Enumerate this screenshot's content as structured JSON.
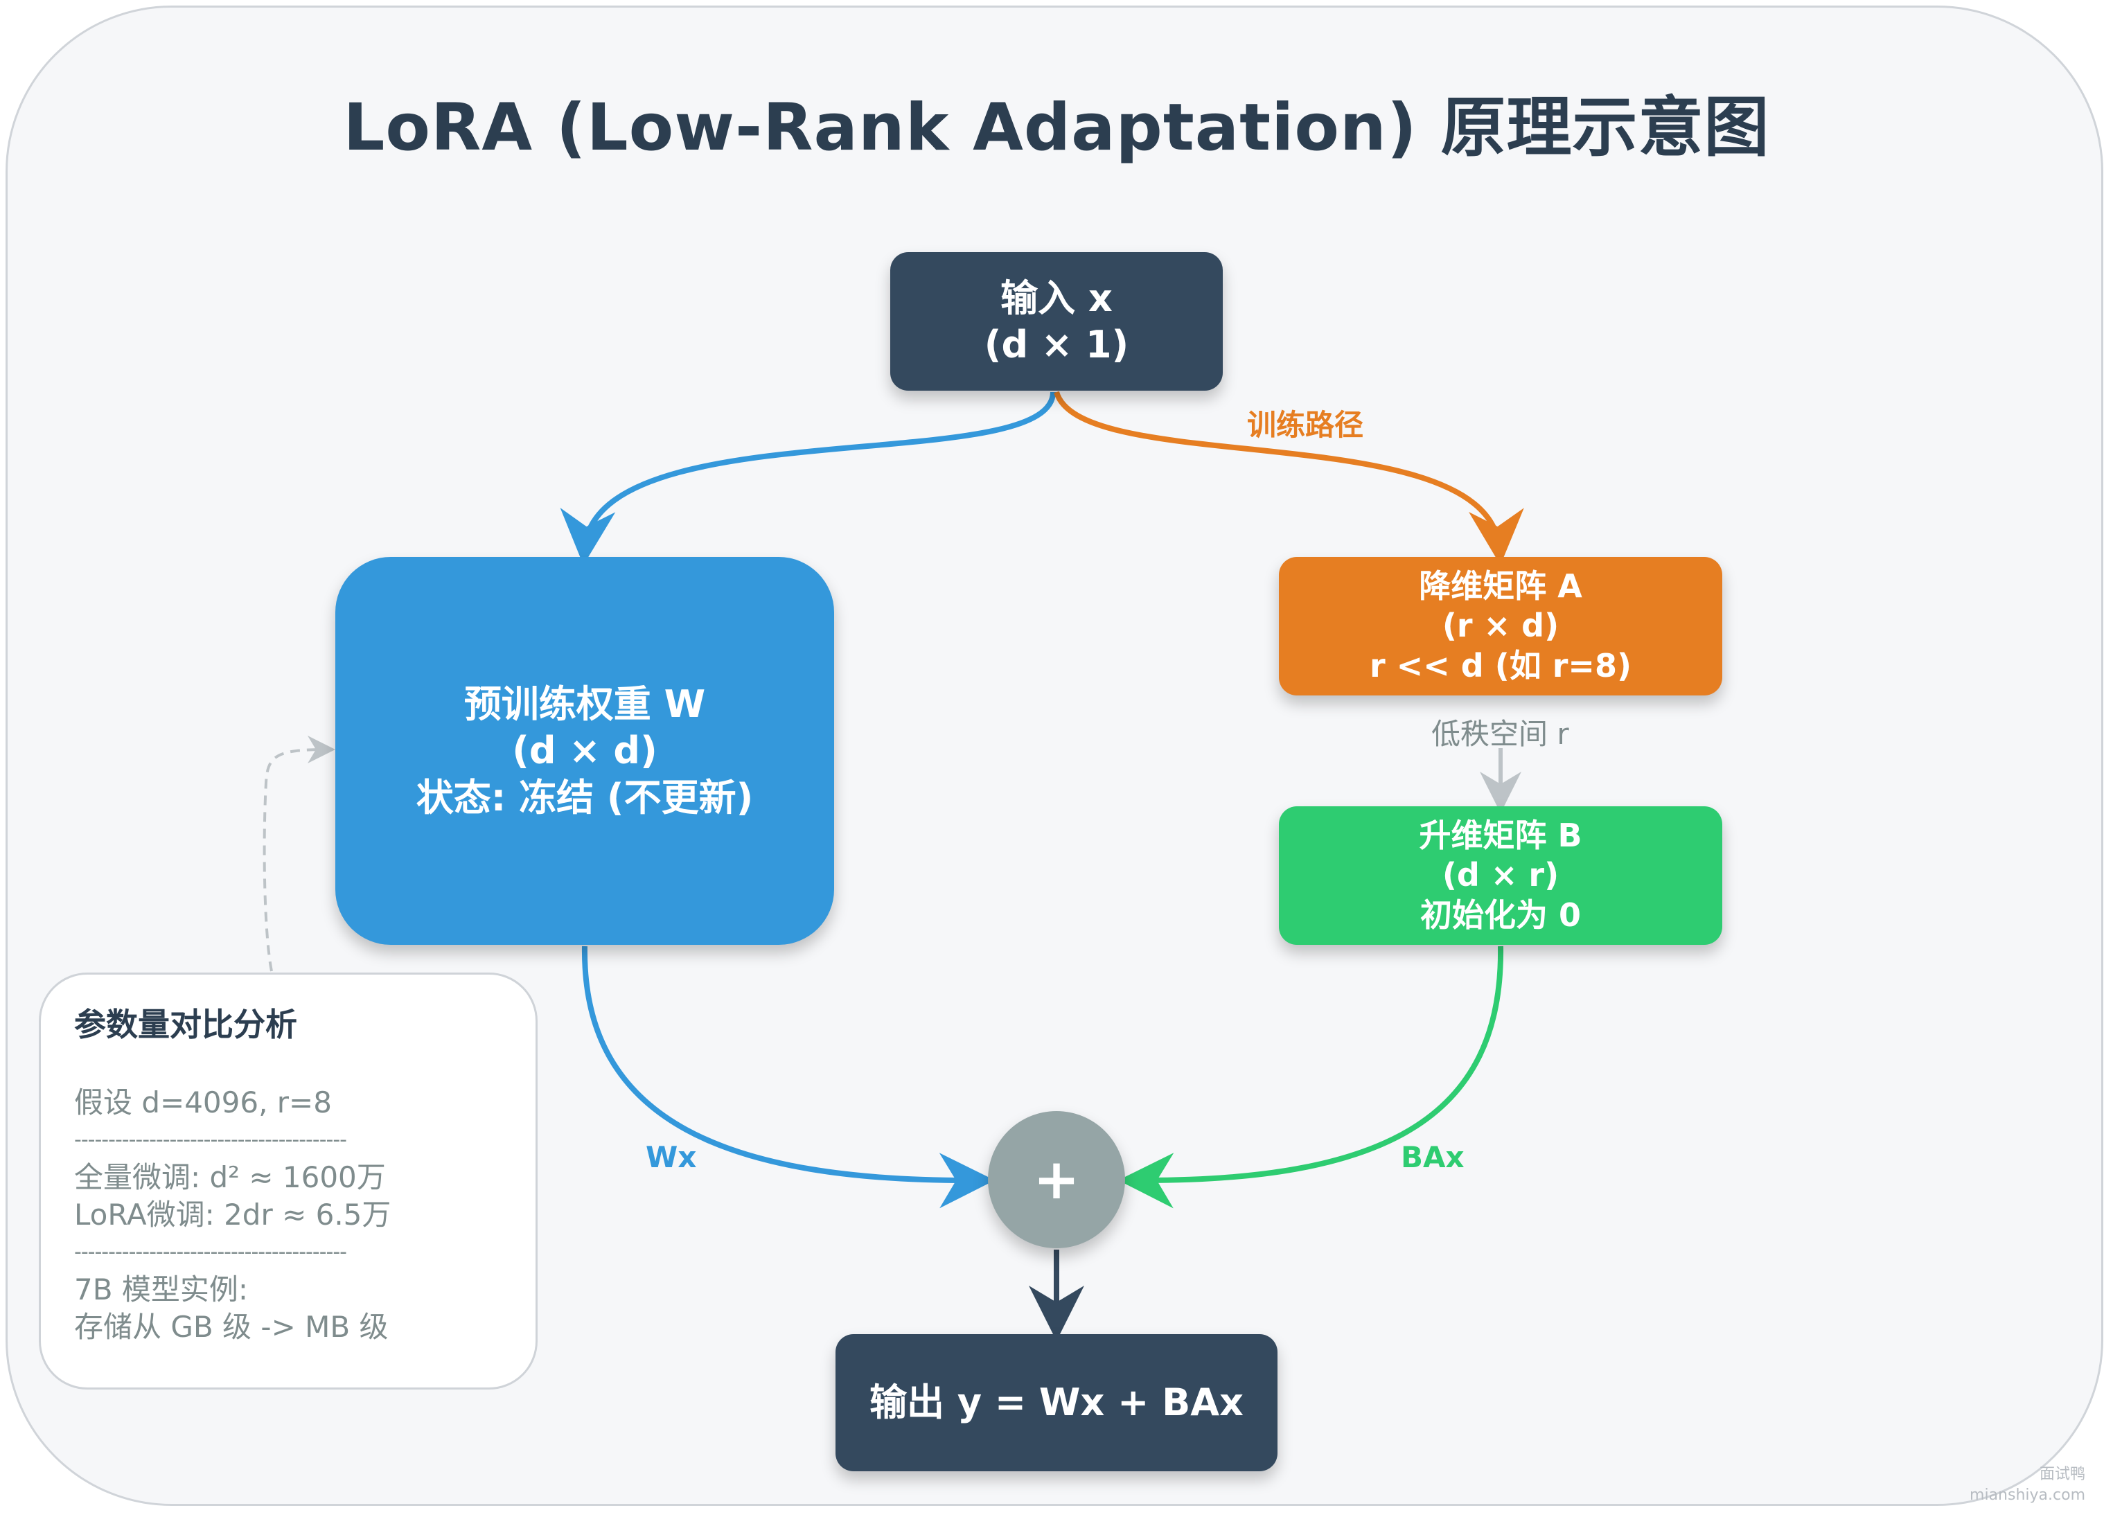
{
  "title": "LoRA (Low-Rank Adaptation) 原理示意图",
  "colors": {
    "dark": "#34495e",
    "blue": "#3498db",
    "orange": "#e67e22",
    "green": "#2ecc71",
    "gray": "#95a5a6",
    "light_gray": "#bdc3c7"
  },
  "nodes": {
    "input": {
      "line1": "输入 x",
      "line2": "(d × 1)"
    },
    "weight_w": {
      "line1": "预训练权重 W",
      "line2": "(d × d)",
      "line3": "状态: 冻结 (不更新)"
    },
    "matrix_a": {
      "line1": "降维矩阵 A",
      "line2": "(r × d)",
      "line3": "r << d (如 r=8)"
    },
    "matrix_b": {
      "line1": "升维矩阵 B",
      "line2": "(d × r)",
      "line3": "初始化为 0"
    },
    "plus": {
      "symbol": "+"
    },
    "output": {
      "line1": "输出 y = Wx + BAx"
    }
  },
  "edges": {
    "train_path_label": "训练路径",
    "low_rank_label": "低秩空间 r",
    "wx_label": "Wx",
    "bax_label": "BAx"
  },
  "note": {
    "title": "参数量对比分析",
    "assumption": "假设 d=4096, r=8",
    "separator": "----------------------------------------",
    "full_finetune": "全量微调: d² ≈ 1600万",
    "lora_finetune": "LoRA微调: 2dr ≈ 6.5万",
    "example_label": "7B 模型实例:",
    "example_value": "存储从 GB 级 -> MB 级"
  },
  "watermark": {
    "line1": "面试鸭",
    "line2": "mianshiya.com"
  }
}
